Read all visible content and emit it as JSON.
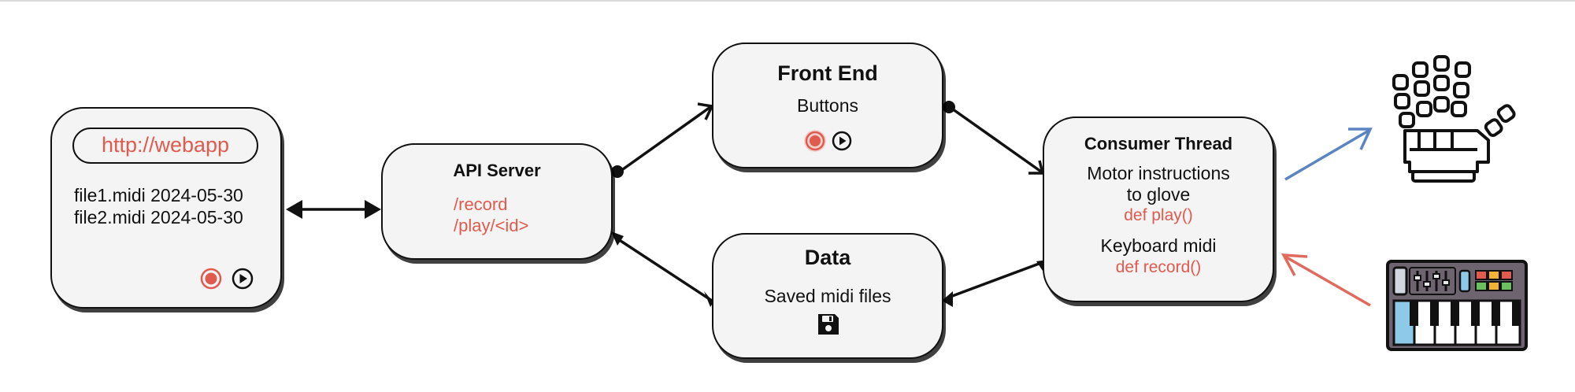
{
  "webapp": {
    "url": "http://webapp",
    "files": [
      "file1.midi 2024-05-30",
      "file2.midi 2024-05-30"
    ],
    "icons": [
      "record-icon",
      "play-icon"
    ]
  },
  "api_server": {
    "title": "API Server",
    "routes": [
      "/record",
      "/play/<id>"
    ]
  },
  "front_end": {
    "title": "Front End",
    "subtitle": "Buttons",
    "icons": [
      "record-icon",
      "play-icon"
    ]
  },
  "data": {
    "title": "Data",
    "subtitle": "Saved midi files",
    "icons": [
      "floppy-disk-icon"
    ]
  },
  "consumer": {
    "title": "Consumer Thread",
    "line1": "Motor instructions",
    "line2": "to glove",
    "code1": "def play()",
    "line3": "Keyboard midi",
    "code2": "def record()"
  },
  "external_icons": [
    "robotic-glove-icon",
    "midi-keyboard-icon"
  ],
  "colors": {
    "accent_red": "#e05a4e",
    "arrow_blue": "#5b84c4",
    "arrow_red": "#e06a5e",
    "node_fill": "#f4f4f4"
  }
}
